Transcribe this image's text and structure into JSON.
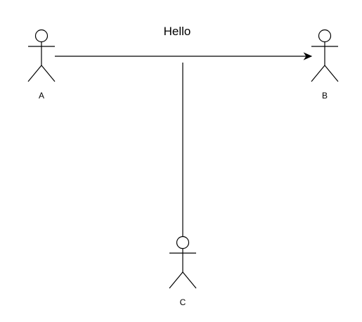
{
  "actors": {
    "a": {
      "label": "A"
    },
    "b": {
      "label": "B"
    },
    "c": {
      "label": "C"
    }
  },
  "message": {
    "label": "Hello",
    "from": "A",
    "to": "B"
  },
  "colors": {
    "stroke": "#000000",
    "background": "#ffffff"
  }
}
